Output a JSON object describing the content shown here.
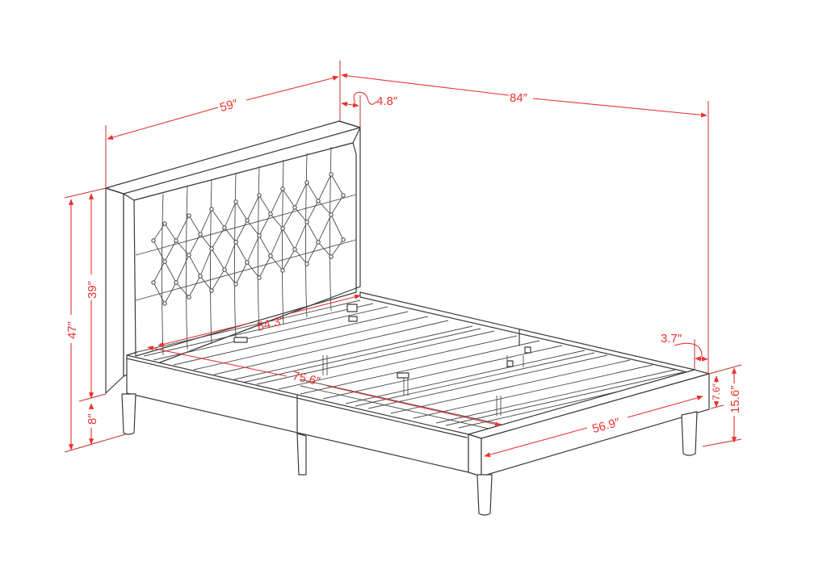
{
  "figure": {
    "subject": "Upholstered platform bed with tufted headboard",
    "line_color": "#3a3a3a",
    "dimension_color": "#e8332f",
    "background": "#ffffff"
  },
  "dimensions": {
    "overall_width": "59″",
    "overall_length": "84″",
    "headboard_thickness": "4.8″",
    "overall_height": "47″",
    "headboard_height": "39″",
    "leg_height": "8″",
    "inner_width_head": "54.3″",
    "inner_length": "75.6″",
    "inner_width_foot": "56.9″",
    "rail_thickness": "3.7″",
    "rail_height": "7.6″",
    "top_of_rail_height": "15.6″"
  }
}
